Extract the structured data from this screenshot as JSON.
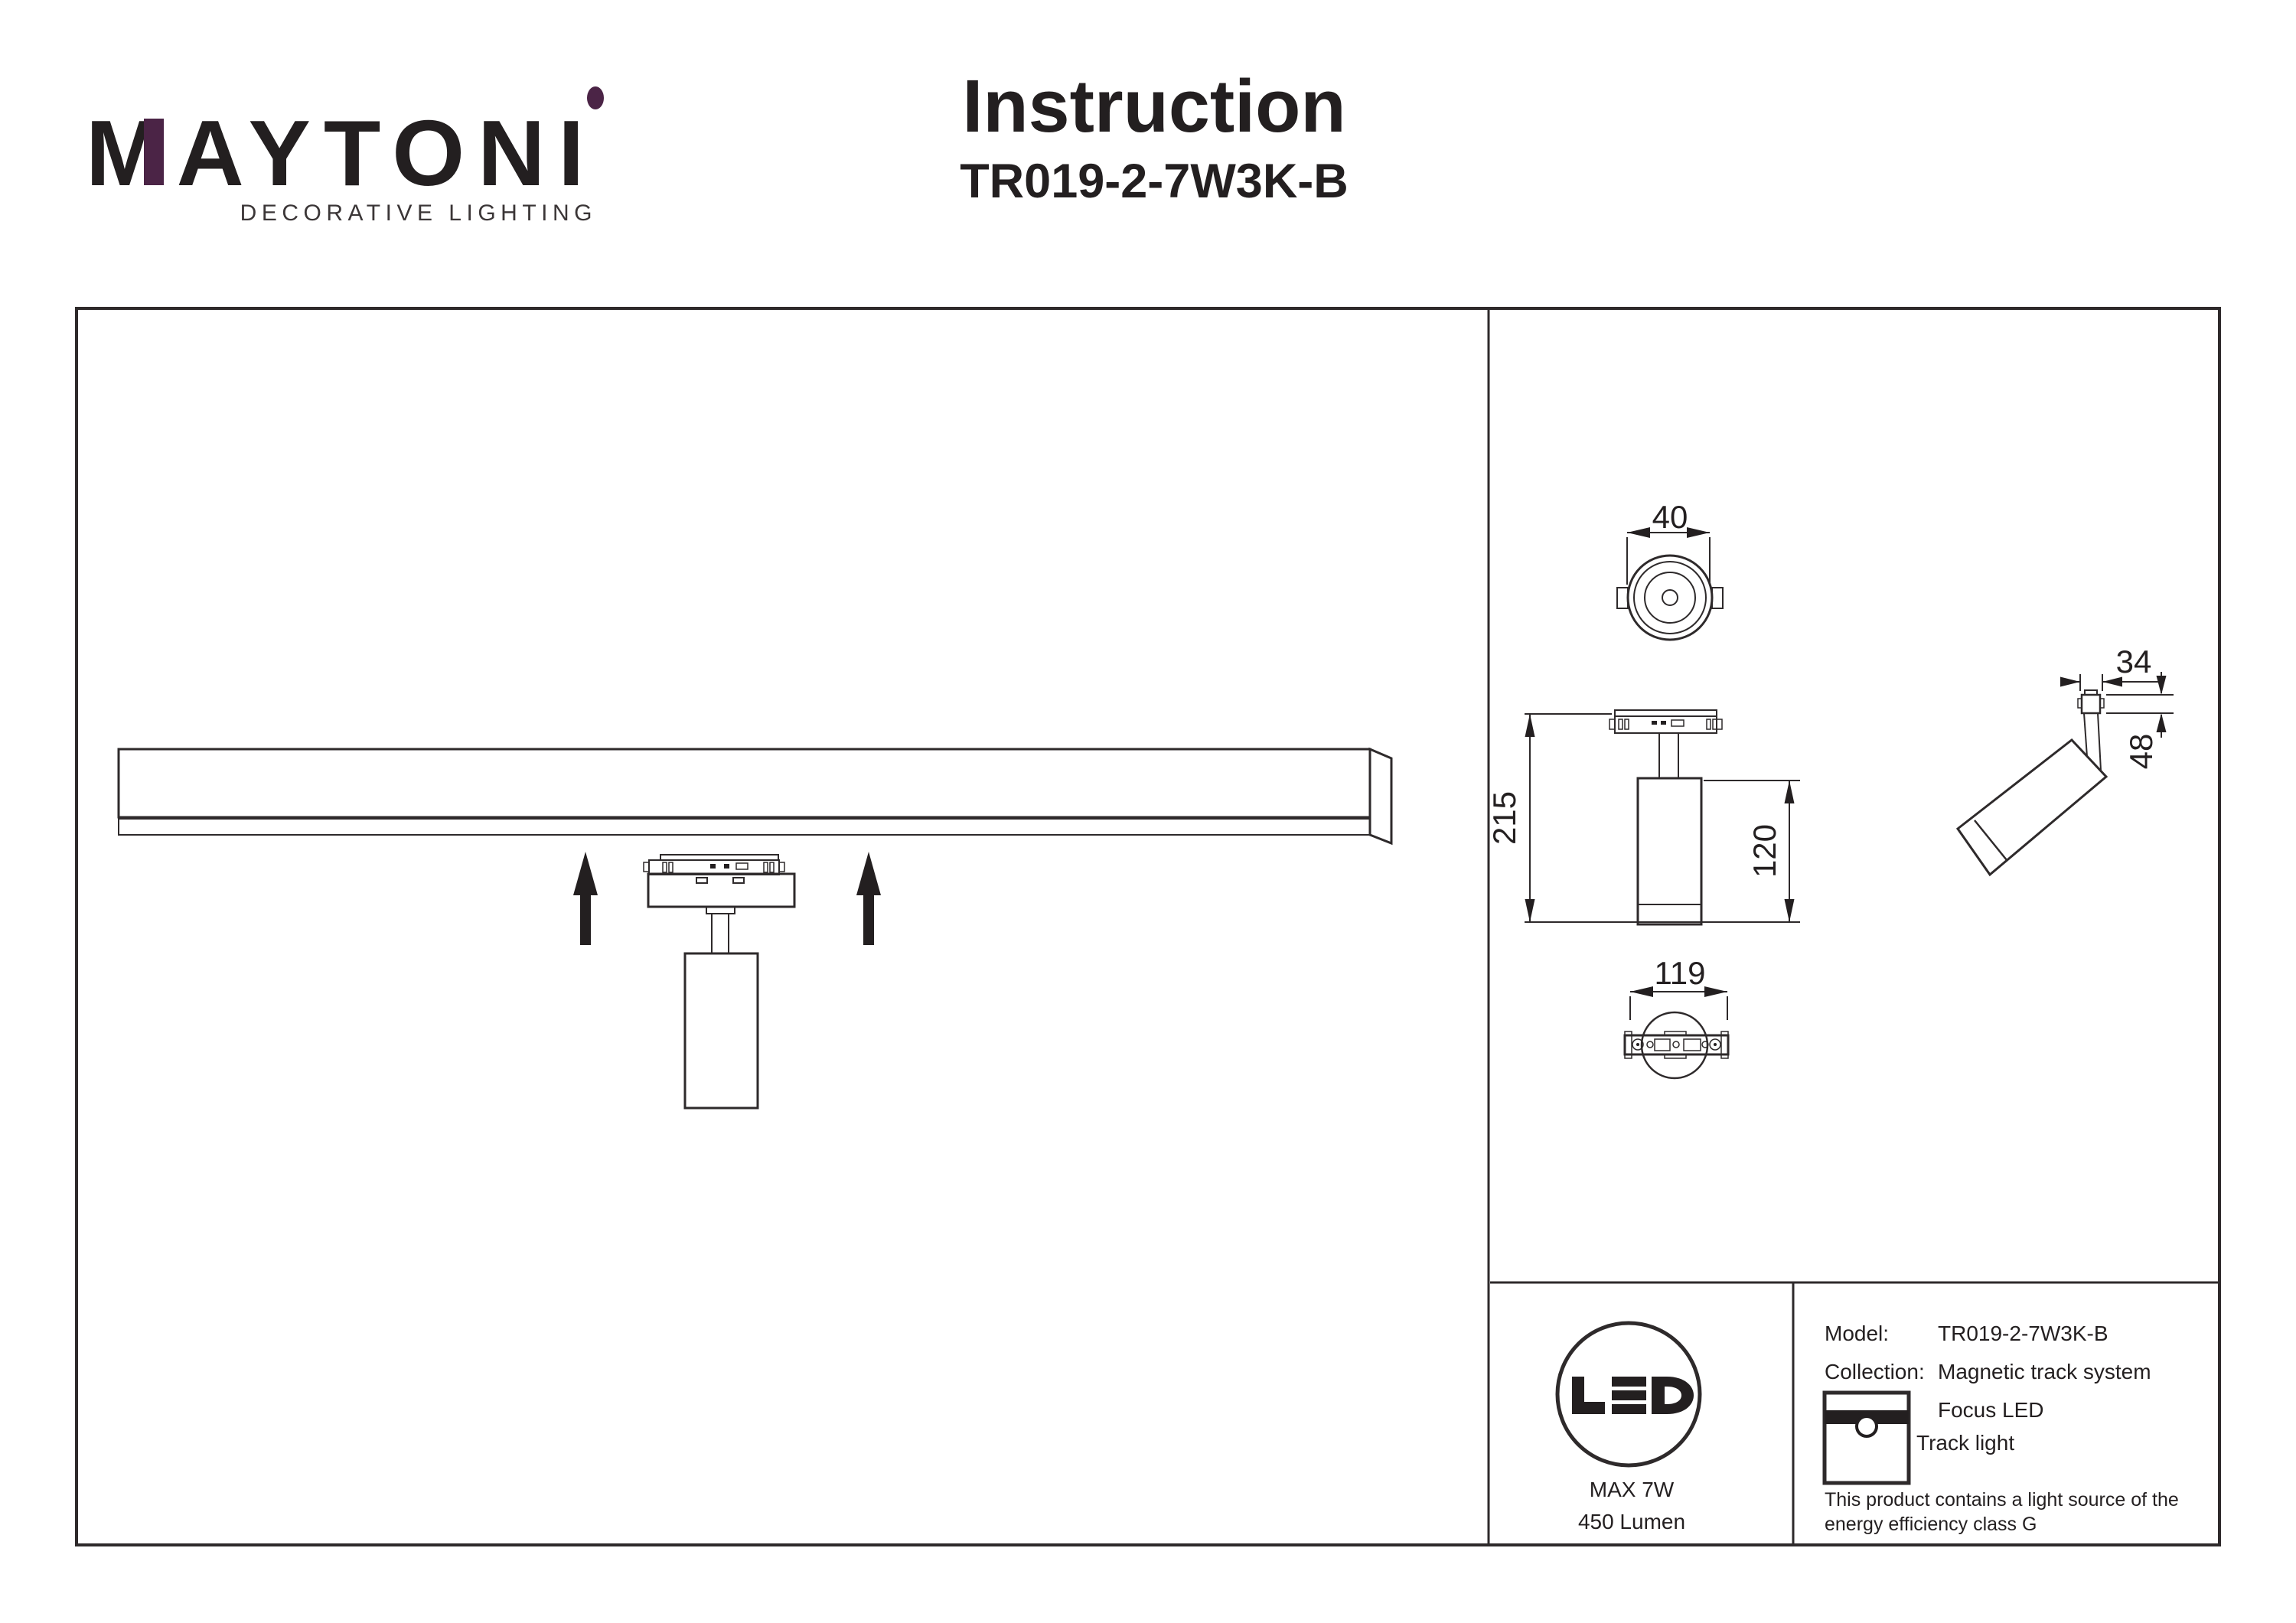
{
  "header": {
    "brand": "MAYTONI",
    "tagline": "DECORATIVE LIGHTING",
    "title": "Instruction",
    "subtitle": "TR019-2-7W3K-B"
  },
  "drawing": {
    "dim_head_diameter": "40",
    "dim_total_height": "215",
    "dim_body_height": "120",
    "dim_adapter_length": "119",
    "dim_connector_width": "34",
    "dim_connector_height": "48"
  },
  "info": {
    "led_badge": "LED",
    "max_power": "MAX 7W",
    "lumen": "450 Lumen",
    "model_label": "Model:",
    "model_value": "TR019-2-7W3K-B",
    "collection_label": "Collection:",
    "collection_value": "Magnetic track system",
    "product_type_line1": "Focus LED",
    "product_type_line2": "Track light",
    "energy_note_line1": "This product contains a light source of the",
    "energy_note_line2": "energy efficiency class G"
  },
  "colors": {
    "accent_purple": "#4b2446",
    "ink": "#231f20",
    "line": "#2e2a2b"
  }
}
